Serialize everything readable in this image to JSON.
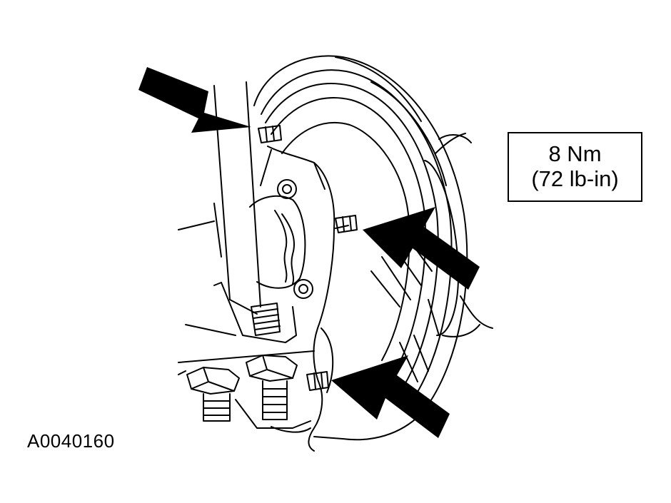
{
  "figure": {
    "torque_spec": {
      "metric": "8 Nm",
      "imperial": "(72 lb-in)"
    },
    "figure_id": "A0040160",
    "callouts": [
      {
        "icon": "arrow-icon",
        "points_to": "upper caliper bleeder screw"
      },
      {
        "icon": "arrow-icon",
        "points_to": "middle caliper bleeder screw"
      },
      {
        "icon": "arrow-icon",
        "points_to": "lower caliper bleeder screw"
      }
    ],
    "colors": {
      "ink": "#000000",
      "paper": "#ffffff"
    }
  }
}
